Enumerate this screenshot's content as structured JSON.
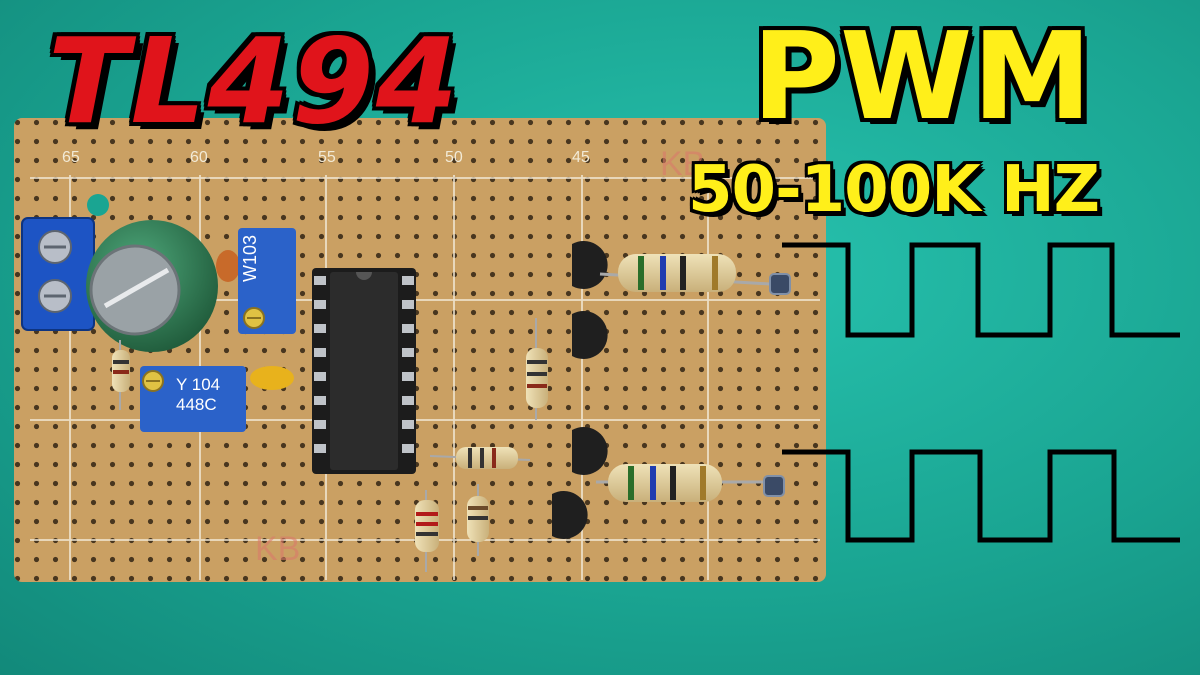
{
  "titles": {
    "chip": "TL494",
    "mode": "PWM",
    "frequency": "50-100K HZ"
  },
  "board": {
    "column_numbers": [
      "65",
      "60",
      "55",
      "50",
      "45"
    ]
  },
  "components": {
    "trimmer_top_code": "W103",
    "trimmer_bottom_line1": "Y 104",
    "trimmer_bottom_line2": "448C"
  },
  "colors": {
    "background": "#1aa592",
    "board": "#caa063",
    "title_red": "#e0141b",
    "title_yellow": "#ffef1a"
  }
}
